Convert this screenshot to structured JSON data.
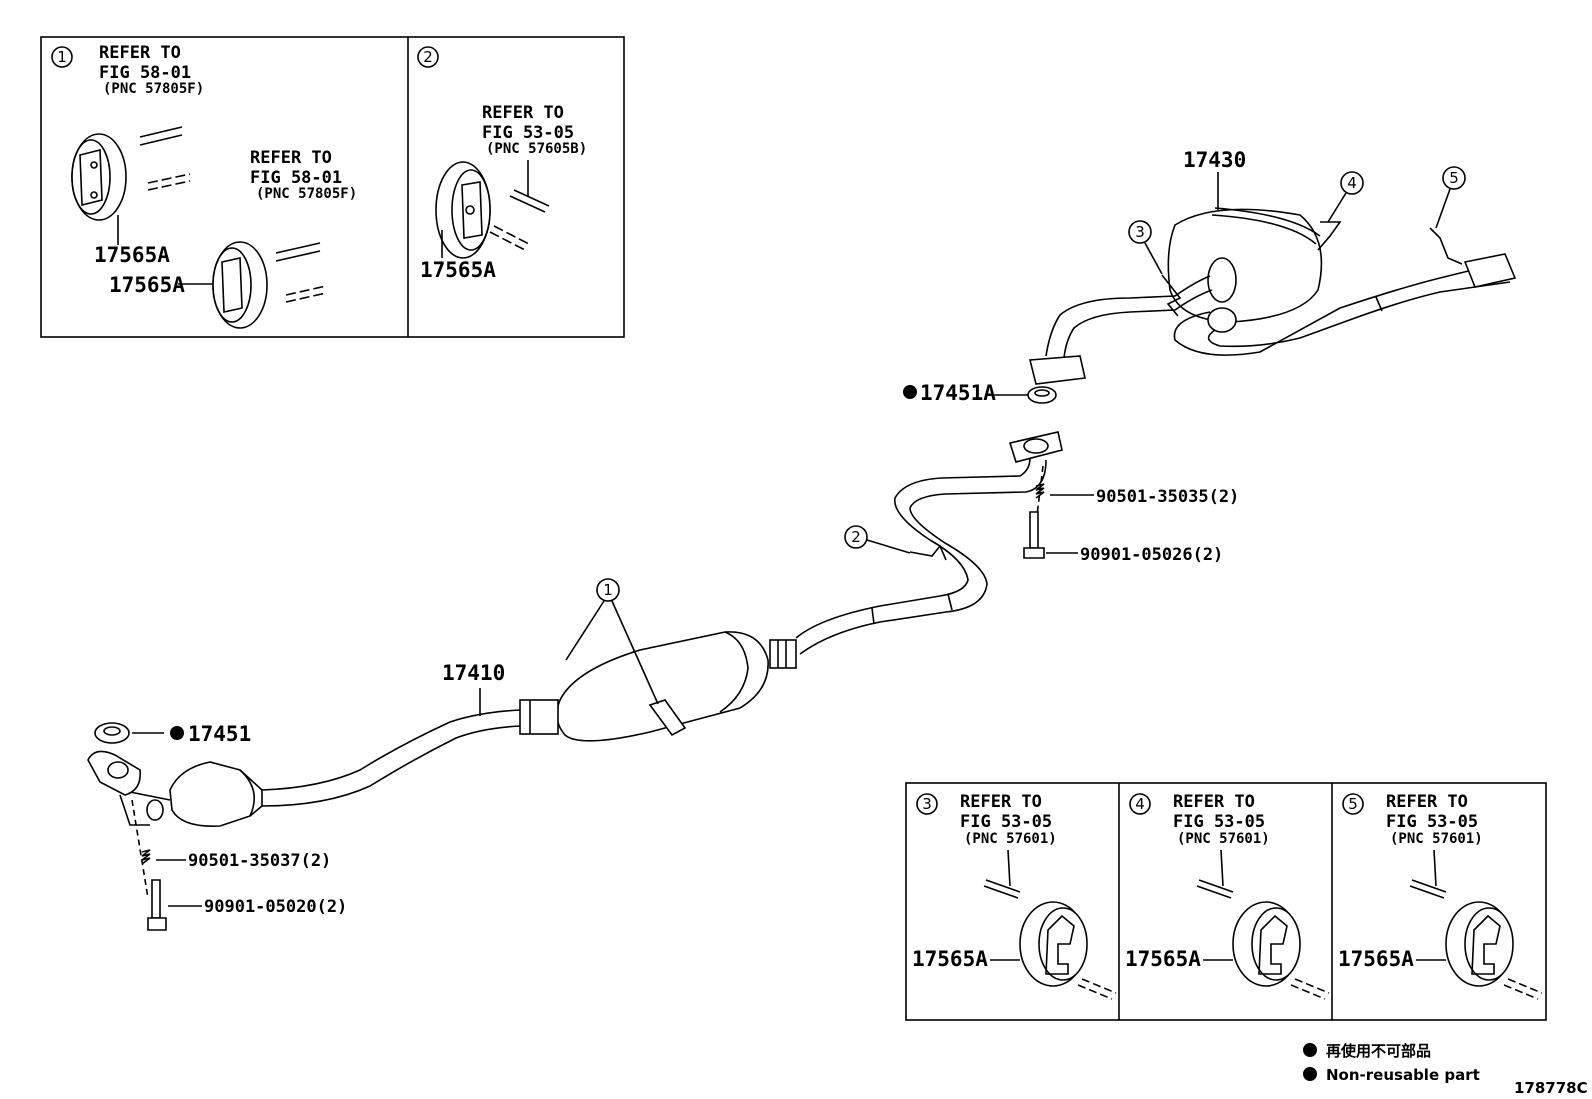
{
  "inset_top_left": {
    "circle": "1",
    "ref_a": {
      "line1": "REFER TO",
      "line2": "FIG 58-01",
      "line3": "(PNC 57805F)"
    },
    "ref_b": {
      "line1": "REFER TO",
      "line2": "FIG 58-01",
      "line3": "(PNC 57805F)"
    },
    "part_a": "17565A",
    "part_b": "17565A"
  },
  "inset_top_mid": {
    "circle": "2",
    "ref": {
      "line1": "REFER TO",
      "line2": "FIG 53-05",
      "line3": "(PNC 57605B)"
    },
    "part": "17565A"
  },
  "insets_bottom": [
    {
      "circle": "3",
      "line1": "REFER TO",
      "line2": "FIG 53-05",
      "line3": "(PNC 57601)",
      "part": "17565A"
    },
    {
      "circle": "4",
      "line1": "REFER TO",
      "line2": "FIG 53-05",
      "line3": "(PNC 57601)",
      "part": "17565A"
    },
    {
      "circle": "5",
      "line1": "REFER TO",
      "line2": "FIG 53-05",
      "line3": "(PNC 57601)",
      "part": "17565A"
    }
  ],
  "main": {
    "muffler_label": "17430",
    "gasket_rear_label": "17451A",
    "bolt_rear_spring": "90501-35035(2)",
    "bolt_rear": "90901-05026(2)",
    "pipe_label": "17410",
    "gasket_front_label": "17451",
    "bolt_front_spring": "90501-35037(2)",
    "bolt_front": "90901-05020(2)",
    "callout_1": "1",
    "callout_2": "2",
    "callout_3": "3",
    "callout_4": "4",
    "callout_5": "5"
  },
  "legend": {
    "line_jp": "再使用不可部品",
    "line_en": "Non-reusable part"
  },
  "figure_code": "178778C"
}
